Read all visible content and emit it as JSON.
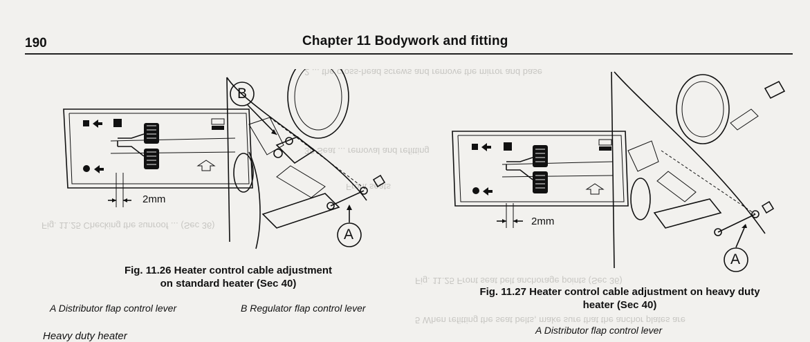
{
  "header": {
    "page_number": "190",
    "chapter_title": "Chapter 11 Bodywork and fitting"
  },
  "figure_left": {
    "label_b": "B",
    "label_a": "A",
    "dimension": "2mm",
    "caption_line1": "Fig. 11.26 Heater control cable adjustment",
    "caption_line2": "on standard heater (Sec 40)",
    "legend_a": "A   Distributor flap control lever",
    "legend_b": "B   Regulator flap control lever"
  },
  "figure_right": {
    "label_a": "A",
    "dimension": "2mm",
    "caption_line1": "Fig. 11.27 Heater control cable adjustment on heavy duty",
    "caption_line2": "heater (Sec 40)",
    "legend_a": "A   Distributor flap control lever"
  },
  "body": {
    "subheading": "Heavy duty heater"
  }
}
